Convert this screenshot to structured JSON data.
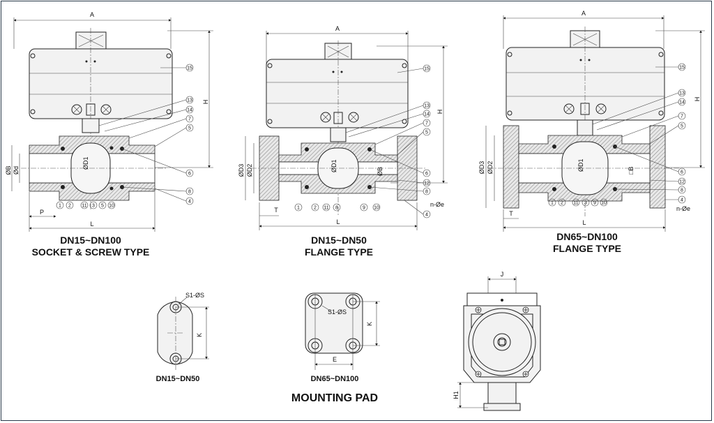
{
  "views": [
    {
      "range": "DN15~DN100",
      "type": "SOCKET & SCREW TYPE"
    },
    {
      "range": "DN15~DN50",
      "type": "FLANGE TYPE"
    },
    {
      "range": "DN65~DN100",
      "type": "FLANGE TYPE"
    }
  ],
  "mounting": {
    "title": "MOUNTING PAD",
    "pad1_label": "DN15~DN50",
    "pad2_label": "DN65~DN100",
    "bolt_label": "S1-ØS"
  },
  "dims": {
    "A": "A",
    "H": "H",
    "L": "L",
    "P": "P",
    "T": "T",
    "K": "K",
    "E": "E",
    "J": "J",
    "H1": "H1",
    "B": "ØB",
    "d": "Ød",
    "D1": "ØD1",
    "D2": "ØD2",
    "D3": "ØD3",
    "sqB": "□B",
    "bolt": "n-Øe"
  },
  "callouts": [
    "1",
    "2",
    "3",
    "4",
    "5",
    "6",
    "7",
    "8",
    "9",
    "10",
    "11",
    "12",
    "13",
    "14",
    "15"
  ]
}
